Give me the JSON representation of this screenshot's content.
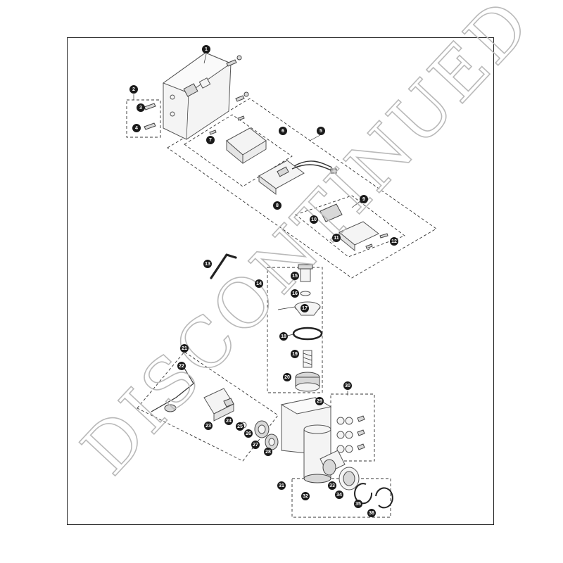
{
  "watermark": "DISCONTINUED",
  "callouts": [
    "1",
    "2",
    "3",
    "4",
    "5",
    "6",
    "7",
    "8",
    "9",
    "10",
    "11",
    "12",
    "13",
    "14",
    "15",
    "16",
    "17",
    "18",
    "19",
    "20",
    "21",
    "22",
    "23",
    "24",
    "25",
    "26",
    "27",
    "28",
    "29",
    "30",
    "31",
    "32",
    "33",
    "34",
    "35",
    "36"
  ]
}
